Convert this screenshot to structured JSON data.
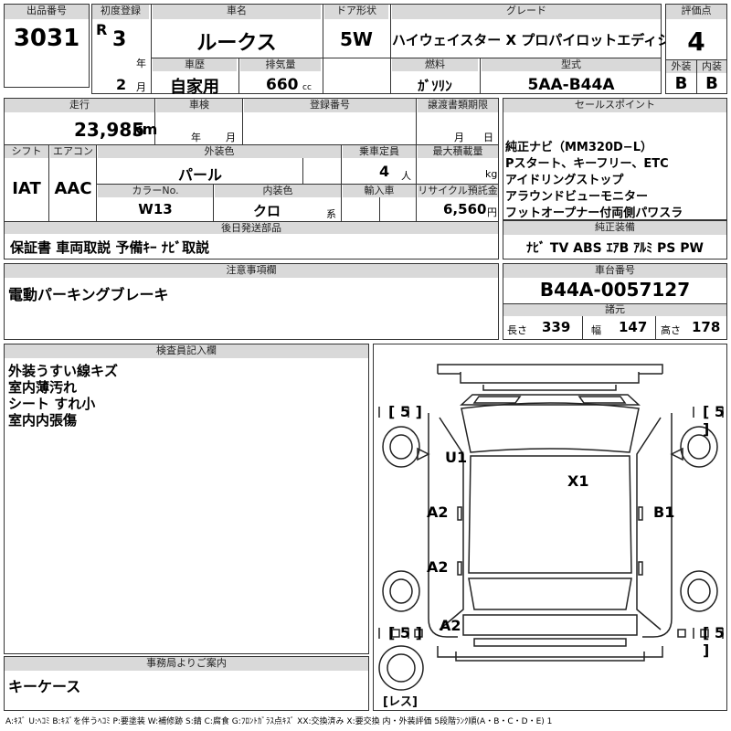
{
  "lot": {
    "label": "出品番号",
    "value": "3031"
  },
  "first_reg": {
    "label": "初度登録",
    "era": "R",
    "year": "3",
    "year_unit": "年",
    "month": "2",
    "month_unit": "月"
  },
  "car_name": {
    "label": "車名",
    "value": "ルークス"
  },
  "door": {
    "label": "ドア形状",
    "value": "5W"
  },
  "grade": {
    "label": "グレード",
    "value": "ハイウェイスター X プロパイロットエディション"
  },
  "score": {
    "label": "評価点",
    "value": "4",
    "ext_label": "外装",
    "ext": "B",
    "int_label": "内装",
    "int": "B"
  },
  "history": {
    "label": "車歴",
    "value": "自家用"
  },
  "displacement": {
    "label": "排気量",
    "value": "660",
    "unit": "cc"
  },
  "fuel": {
    "label": "燃料",
    "value": "ｶﾞｿﾘﾝ"
  },
  "model": {
    "label": "型式",
    "value": "5AA-B44A"
  },
  "mileage": {
    "label": "走行",
    "value": "23,985",
    "unit": "km"
  },
  "inspection": {
    "label": "車検",
    "year_unit": "年",
    "month_unit": "月"
  },
  "reg_no": {
    "label": "登録番号"
  },
  "transfer_deadline": {
    "label": "譲渡書類期限",
    "month_unit": "月",
    "day_unit": "日"
  },
  "shift": {
    "label": "シフト",
    "value": "IAT"
  },
  "aircon": {
    "label": "エアコン",
    "value": "AAC"
  },
  "ext_color": {
    "label": "外装色",
    "value": "パール"
  },
  "capacity": {
    "label": "乗車定員",
    "value": "4",
    "unit": "人"
  },
  "max_load": {
    "label": "最大積載量",
    "unit": "kg"
  },
  "color_no": {
    "label": "カラーNo.",
    "value": "W13"
  },
  "int_color": {
    "label": "内装色",
    "value": "クロ",
    "unit": "系"
  },
  "import": {
    "label": "輸入車"
  },
  "recycle": {
    "label": "リサイクル預託金",
    "value": "6,560",
    "unit": "円"
  },
  "later_parts": {
    "label": "後日発送部品",
    "value": "保証書 車両取説 予備ｷｰ ﾅﾋﾞ取説"
  },
  "sales_points": {
    "label": "セールスポイント",
    "lines": [
      "純正ナビ（MM320D−L）",
      "Pスタート、キーフリー、ETC",
      "アイドリングストップ",
      "アラウンドビューモニター",
      "フットオープナー付両側パワスラ"
    ]
  },
  "equipment": {
    "label": "純正装備",
    "value": "ﾅﾋﾞ TV ABS ｴｱB ｱﾙﾐ PS PW"
  },
  "notes": {
    "label": "注意事項欄",
    "value": "電動パーキングブレーキ"
  },
  "chassis": {
    "label": "車台番号",
    "value": "B44A-0057127"
  },
  "dims": {
    "label": "諸元",
    "length_label": "長さ",
    "length": "339",
    "width_label": "幅",
    "width": "147",
    "height_label": "高さ",
    "height": "178"
  },
  "inspector": {
    "label": "検査員記入欄",
    "lines": [
      "外装うすい線キズ",
      "室内薄汚れ",
      "シート すれ小",
      "室内内張傷"
    ]
  },
  "diagram": {
    "tire": "5",
    "marks": [
      "U1",
      "X1",
      "A2",
      "A2",
      "A2",
      "B1"
    ],
    "spare": "レス"
  },
  "office": {
    "label": "事務局よりご案内",
    "value": "キーケース"
  },
  "legend": "A:ｷｽﾞ U:ﾍｺﾐ B:ｷｽﾞを伴うﾍｺﾐ P:要塗装 W:補修跡 S:錆 C:腐食 G:ﾌﾛﾝﾄｶﾞﾗｽ点ｷｽﾞ XX:交換済み X:要交換 内・外装評価 5段階ﾗﾝｸ順(A・B・C・D・E) 1"
}
